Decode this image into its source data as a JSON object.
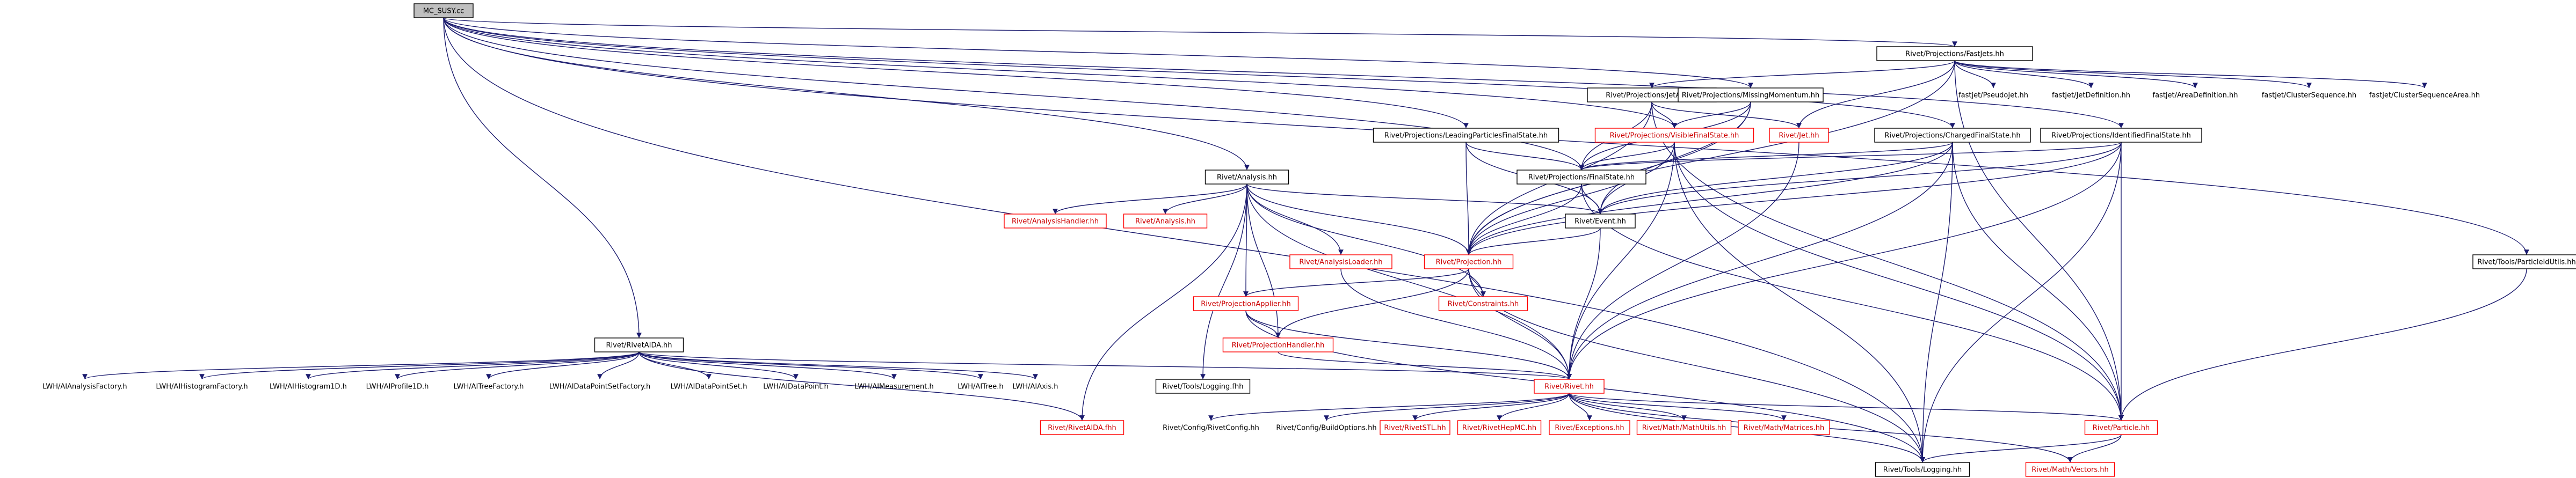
{
  "colors": {
    "edge": "#1a1a6e",
    "box_black": "#000000",
    "box_red": "#ff0000",
    "root_fill": "#bfbfbf",
    "text_black": "#000000",
    "text_red": "#cc0000"
  },
  "nodes": [
    {
      "id": "root",
      "label": "MC_SUSY.cc",
      "style": "root"
    },
    {
      "id": "fastjets",
      "label": "Rivet/Projections/FastJets.hh",
      "style": "black"
    },
    {
      "id": "jetalg",
      "label": "Rivet/Projections/JetAlg.hh",
      "style": "black"
    },
    {
      "id": "missmom",
      "label": "Rivet/Projections/MissingMomentum.hh",
      "style": "black"
    },
    {
      "id": "pseudojet",
      "label": "fastjet/PseudoJet.hh",
      "style": "plain"
    },
    {
      "id": "jetdef",
      "label": "fastjet/JetDefinition.hh",
      "style": "plain"
    },
    {
      "id": "areadef",
      "label": "fastjet/AreaDefinition.hh",
      "style": "plain"
    },
    {
      "id": "clusterseq",
      "label": "fastjet/ClusterSequence.hh",
      "style": "plain"
    },
    {
      "id": "clusterseqarea",
      "label": "fastjet/ClusterSequenceArea.hh",
      "style": "plain"
    },
    {
      "id": "visiblefs",
      "label": "Rivet/Projections/VisibleFinalState.hh",
      "style": "red"
    },
    {
      "id": "jethh",
      "label": "Rivet/Jet.hh",
      "style": "red"
    },
    {
      "id": "chargedfs",
      "label": "Rivet/Projections/ChargedFinalState.hh",
      "style": "black"
    },
    {
      "id": "identifiedfs",
      "label": "Rivet/Projections/IdentifiedFinalState.hh",
      "style": "black"
    },
    {
      "id": "leadingfs",
      "label": "Rivet/Projections/LeadingParticlesFinalState.hh",
      "style": "black"
    },
    {
      "id": "finalstate",
      "label": "Rivet/Projections/FinalState.hh",
      "style": "black"
    },
    {
      "id": "analysis",
      "label": "Rivet/Analysis.hh",
      "style": "black"
    },
    {
      "id": "eventhh",
      "label": "Rivet/Event.hh",
      "style": "black"
    },
    {
      "id": "analysishandler",
      "label": "Rivet/AnalysisHandler.hh",
      "style": "red"
    },
    {
      "id": "analysishh2",
      "label": "Rivet/Analysis.hh",
      "style": "red"
    },
    {
      "id": "analysisloader",
      "label": "Rivet/AnalysisLoader.hh",
      "style": "red"
    },
    {
      "id": "projection",
      "label": "Rivet/Projection.hh",
      "style": "red"
    },
    {
      "id": "projapplier",
      "label": "Rivet/ProjectionApplier.hh",
      "style": "red"
    },
    {
      "id": "constraints",
      "label": "Rivet/Constraints.hh",
      "style": "red"
    },
    {
      "id": "projhandler",
      "label": "Rivet/ProjectionHandler.hh",
      "style": "red"
    },
    {
      "id": "toolslogging",
      "label": "Rivet/Tools/Logging.fhh",
      "style": "black"
    },
    {
      "id": "rivetaida",
      "label": "Rivet/RivetAIDA.hh",
      "style": "black"
    },
    {
      "id": "rivethh",
      "label": "Rivet/Rivet.hh",
      "style": "red"
    },
    {
      "id": "particleutils",
      "label": "Rivet/Tools/ParticleIdUtils.hh",
      "style": "black"
    },
    {
      "id": "aida_af",
      "label": "LWH/AIAnalysisFactory.h",
      "style": "plain"
    },
    {
      "id": "aida_hf",
      "label": "LWH/AIHistogramFactory.h",
      "style": "plain"
    },
    {
      "id": "aida_h1",
      "label": "LWH/AIHistogram1D.h",
      "style": "plain"
    },
    {
      "id": "aida_p1",
      "label": "LWH/AIProfile1D.h",
      "style": "plain"
    },
    {
      "id": "aida_tf",
      "label": "LWH/AITreeFactory.h",
      "style": "plain"
    },
    {
      "id": "aida_dpsf",
      "label": "LWH/AIDataPointSetFactory.h",
      "style": "plain"
    },
    {
      "id": "aida_dps",
      "label": "LWH/AIDataPointSet.h",
      "style": "plain"
    },
    {
      "id": "aida_dp",
      "label": "LWH/AIDataPoint.h",
      "style": "plain"
    },
    {
      "id": "aida_meas",
      "label": "LWH/AIMeasurement.h",
      "style": "plain"
    },
    {
      "id": "aida_tree",
      "label": "LWH/AITree.h",
      "style": "plain"
    },
    {
      "id": "aida_axis",
      "label": "LWH/AIAxis.h",
      "style": "plain"
    },
    {
      "id": "rivetaida2",
      "label": "Rivet/RivetAIDA.fhh",
      "style": "red"
    },
    {
      "id": "rivetconfig",
      "label": "Rivet/Config/RivetConfig.hh",
      "style": "plain"
    },
    {
      "id": "buildoptions",
      "label": "Rivet/Config/BuildOptions.hh",
      "style": "plain"
    },
    {
      "id": "rivetstl",
      "label": "Rivet/RivetSTL.hh",
      "style": "red"
    },
    {
      "id": "rivethepmc",
      "label": "Rivet/RivetHepMC.hh",
      "style": "red"
    },
    {
      "id": "exceptions",
      "label": "Rivet/Exceptions.hh",
      "style": "red"
    },
    {
      "id": "mathutils",
      "label": "Rivet/Math/MathUtils.hh",
      "style": "red"
    },
    {
      "id": "matrices",
      "label": "Rivet/Math/Matrices.hh",
      "style": "red"
    },
    {
      "id": "particlehh",
      "label": "Rivet/Particle.hh",
      "style": "red"
    },
    {
      "id": "vectors",
      "label": "Rivet/Math/Vectors.hh",
      "style": "red"
    },
    {
      "id": "logginghh",
      "label": "Rivet/Tools/Logging.hh",
      "style": "black"
    }
  ],
  "edges": [
    [
      "root",
      "fastjets"
    ],
    [
      "root",
      "missmom"
    ],
    [
      "root",
      "chargedfs"
    ],
    [
      "root",
      "identifiedfs"
    ],
    [
      "root",
      "leadingfs"
    ],
    [
      "root",
      "finalstate"
    ],
    [
      "root",
      "analysis"
    ],
    [
      "root",
      "rivetaida"
    ],
    [
      "root",
      "particleutils"
    ],
    [
      "root",
      "logginghh"
    ],
    [
      "root",
      "visiblefs"
    ],
    [
      "fastjets",
      "jetalg"
    ],
    [
      "fastjets",
      "pseudojet"
    ],
    [
      "fastjets",
      "jetdef"
    ],
    [
      "fastjets",
      "areadef"
    ],
    [
      "fastjets",
      "clusterseq"
    ],
    [
      "fastjets",
      "clusterseqarea"
    ],
    [
      "fastjets",
      "particlehh"
    ],
    [
      "fastjets",
      "projection"
    ],
    [
      "fastjets",
      "jethh"
    ],
    [
      "jetalg",
      "visiblefs"
    ],
    [
      "jetalg",
      "jethh"
    ],
    [
      "jetalg",
      "projection"
    ],
    [
      "jetalg",
      "particlehh"
    ],
    [
      "jetalg",
      "finalstate"
    ],
    [
      "missmom",
      "visiblefs"
    ],
    [
      "missmom",
      "projection"
    ],
    [
      "missmom",
      "finalstate"
    ],
    [
      "missmom",
      "eventhh"
    ],
    [
      "visiblefs",
      "finalstate"
    ],
    [
      "visiblefs",
      "rivethh"
    ],
    [
      "visiblefs",
      "projection"
    ],
    [
      "visiblefs",
      "particlehh"
    ],
    [
      "visiblefs",
      "logginghh"
    ],
    [
      "visiblefs",
      "eventhh"
    ],
    [
      "jethh",
      "rivethh"
    ],
    [
      "chargedfs",
      "finalstate"
    ],
    [
      "chargedfs",
      "rivethh"
    ],
    [
      "chargedfs",
      "eventhh"
    ],
    [
      "chargedfs",
      "particlehh"
    ],
    [
      "chargedfs",
      "projection"
    ],
    [
      "chargedfs",
      "logginghh"
    ],
    [
      "identifiedfs",
      "finalstate"
    ],
    [
      "identifiedfs",
      "rivethh"
    ],
    [
      "identifiedfs",
      "eventhh"
    ],
    [
      "identifiedfs",
      "particlehh"
    ],
    [
      "identifiedfs",
      "projection"
    ],
    [
      "identifiedfs",
      "logginghh"
    ],
    [
      "leadingfs",
      "finalstate"
    ],
    [
      "leadingfs",
      "projection"
    ],
    [
      "leadingfs",
      "eventhh"
    ],
    [
      "finalstate",
      "eventhh"
    ],
    [
      "finalstate",
      "projection"
    ],
    [
      "finalstate",
      "particlehh"
    ],
    [
      "analysis",
      "analysishandler"
    ],
    [
      "analysis",
      "analysishh2"
    ],
    [
      "analysis",
      "analysisloader"
    ],
    [
      "analysis",
      "projection"
    ],
    [
      "analysis",
      "projapplier"
    ],
    [
      "analysis",
      "constraints"
    ],
    [
      "analysis",
      "projhandler"
    ],
    [
      "analysis",
      "toolslogging"
    ],
    [
      "analysis",
      "rivethh"
    ],
    [
      "analysis",
      "eventhh"
    ],
    [
      "analysis",
      "rivetaida2"
    ],
    [
      "eventhh",
      "projection"
    ],
    [
      "eventhh",
      "rivethh"
    ],
    [
      "analysisloader",
      "rivethh"
    ],
    [
      "projection",
      "projapplier"
    ],
    [
      "projection",
      "constraints"
    ],
    [
      "projection",
      "projhandler"
    ],
    [
      "projection",
      "rivethh"
    ],
    [
      "projection",
      "logginghh"
    ],
    [
      "projapplier",
      "projhandler"
    ],
    [
      "projapplier",
      "rivethh"
    ],
    [
      "projapplier",
      "logginghh"
    ],
    [
      "projhandler",
      "rivethh"
    ],
    [
      "rivetaida",
      "aida_af"
    ],
    [
      "rivetaida",
      "aida_hf"
    ],
    [
      "rivetaida",
      "aida_h1"
    ],
    [
      "rivetaida",
      "aida_p1"
    ],
    [
      "rivetaida",
      "aida_tf"
    ],
    [
      "rivetaida",
      "aida_dpsf"
    ],
    [
      "rivetaida",
      "aida_dps"
    ],
    [
      "rivetaida",
      "aida_dp"
    ],
    [
      "rivetaida",
      "aida_meas"
    ],
    [
      "rivetaida",
      "aida_tree"
    ],
    [
      "rivetaida",
      "aida_axis"
    ],
    [
      "rivetaida",
      "rivethh"
    ],
    [
      "rivetaida",
      "rivetaida2"
    ],
    [
      "rivethh",
      "rivetconfig"
    ],
    [
      "rivethh",
      "buildoptions"
    ],
    [
      "rivethh",
      "rivetstl"
    ],
    [
      "rivethh",
      "rivethepmc"
    ],
    [
      "rivethh",
      "exceptions"
    ],
    [
      "rivethh",
      "mathutils"
    ],
    [
      "rivethh",
      "matrices"
    ],
    [
      "rivethh",
      "particlehh"
    ],
    [
      "rivethh",
      "vectors"
    ],
    [
      "rivethh",
      "logginghh"
    ],
    [
      "particleutils",
      "particlehh"
    ],
    [
      "particlehh",
      "vectors"
    ],
    [
      "particlehh",
      "logginghh"
    ]
  ]
}
